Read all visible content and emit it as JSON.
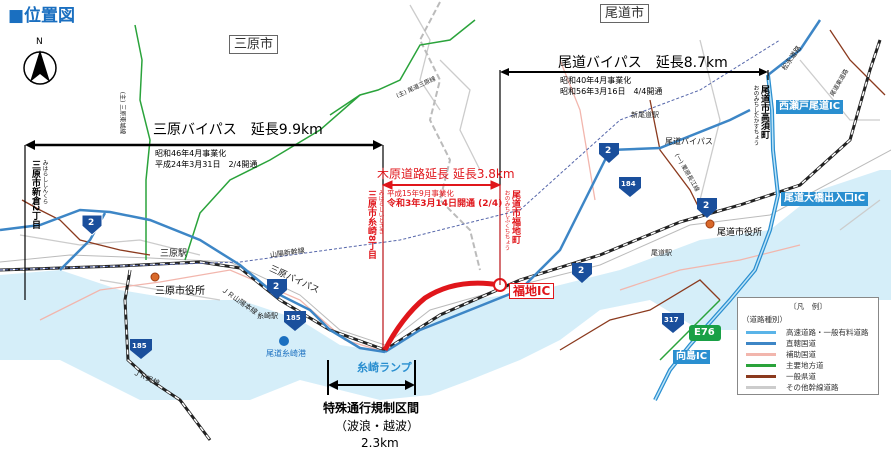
{
  "title": "■位置図",
  "north_label": "N",
  "cities": {
    "mihara": "三原市",
    "onomichi": "尾道市"
  },
  "mihara_bypass": {
    "label": "三原バイパス　延長9.9km",
    "note1": "昭和46年4月事業化",
    "note2": "平成24年3月31日　2/4開通"
  },
  "kihara_road": {
    "label": "木原道路延長 延長3.8km",
    "note1": "平成15年9月事業化",
    "note2": "令和3年3月14日開通 (2/4)"
  },
  "onomichi_bypass": {
    "label": "尾道バイパス　延長8.7km",
    "note1": "昭和40年4月事業化",
    "note2": "昭和56年3月16日　4/4開通"
  },
  "endpoints": {
    "shinkura": {
      "name": "三原市新倉2丁目",
      "kana": "みはらししんくら"
    },
    "itosaki": {
      "name": "三原市糸崎8丁目",
      "kana": "みはらしいとさき"
    },
    "fukuji": {
      "name": "尾道市福地町",
      "kana": "おのみちしふくちちょう"
    },
    "takasu": {
      "name": "尾道市高須町",
      "kana": "おのみちしたかすちょう"
    }
  },
  "interchanges": {
    "fukuji": "福地IC",
    "nishiseto": "西瀬戸尾道IC",
    "ohashi": "尾道大橋出入口IC",
    "mukaishima": "向島IC",
    "itosaki_ramp": "糸崎ランプ"
  },
  "route_shields": {
    "r2": "2",
    "r185": "185",
    "r184": "184",
    "r317": "317",
    "e76": "E76"
  },
  "places": {
    "mihara_station": "三原駅",
    "mihara_office": "三原市役所",
    "onomichi_office": "尾道市役所",
    "itosaki_station": "糸崎駅",
    "itosaki_port": "尾道糸崎港",
    "shin_onomichi": "新尾道駅",
    "onomichi_station": "尾道駅",
    "shinkansen": "山陽新幹線",
    "jr_sanyo": "ＪＲ山陽本線",
    "jr_kure": "ＪＲ呉線",
    "mihara_bypass_road": "三原バイパス",
    "onomichi_bypass_road": "尾道バイパス",
    "prefectural_road": "(主) 尾道三原線",
    "mihara_higashijo": "(主) 三原東城線",
    "matsunaga": "(一) 栗原長江線",
    "shimanami": "松永道路",
    "onomichi_higashi": "尾道東道路"
  },
  "restriction": {
    "label": "特殊通行規制区間",
    "reason": "（波浪・越波）",
    "length": "2.3km"
  },
  "legend": {
    "title": "〔凡　例〕",
    "subtitle": "（道路種別）",
    "items": [
      {
        "label": "高速道路・一般有料道路",
        "color": "#5ab4e8"
      },
      {
        "label": "直轄国道",
        "color": "#3d86c6"
      },
      {
        "label": "補助国道",
        "color": "#f2b6ad"
      },
      {
        "label": "主要地方道",
        "color": "#2aa33b"
      },
      {
        "label": "一般県道",
        "color": "#8b3a1e"
      },
      {
        "label": "その他幹線道路",
        "color": "#cccccc"
      }
    ]
  }
}
